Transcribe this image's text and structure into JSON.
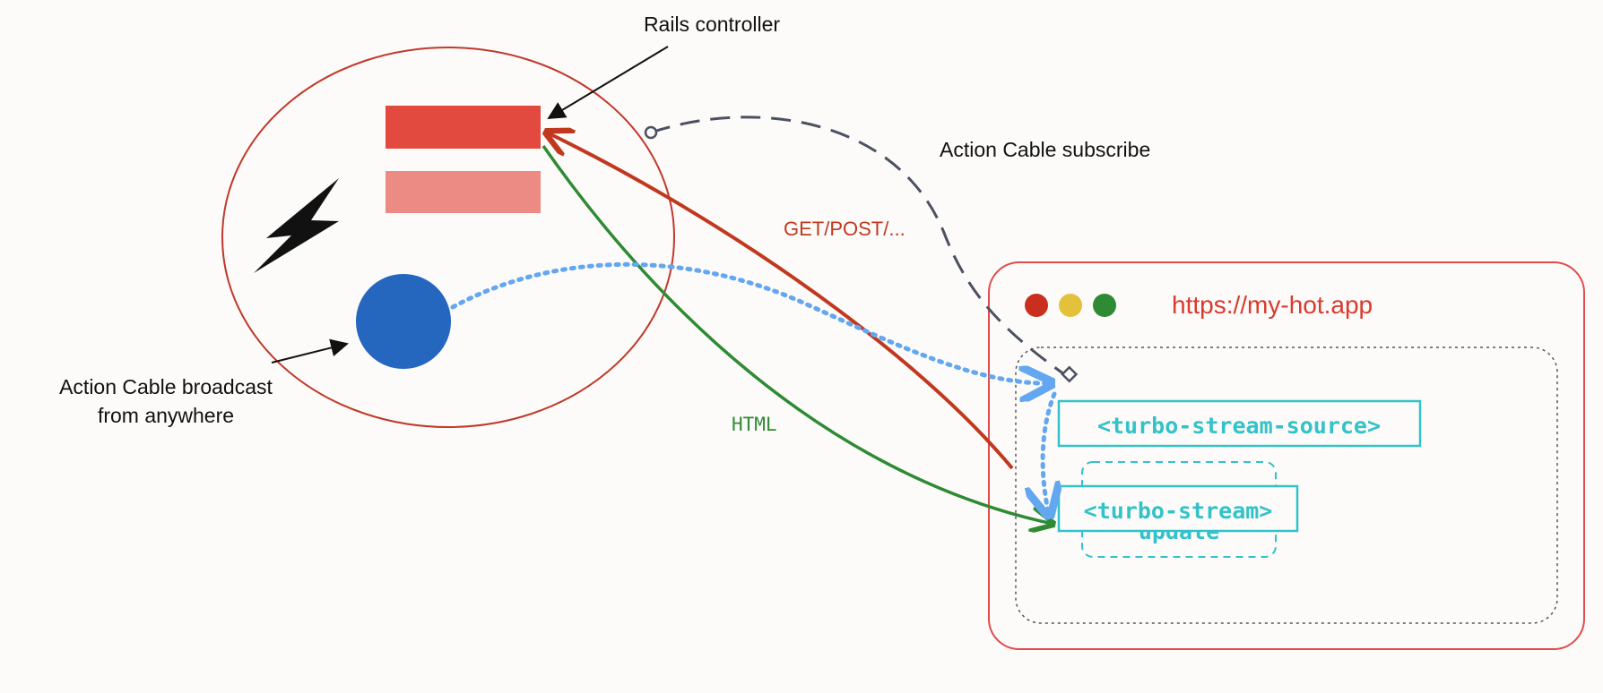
{
  "labels": {
    "rails_controller": "Rails controller",
    "action_cable_subscribe": "Action Cable subscribe",
    "get_post": "GET/POST/...",
    "html": "HTML",
    "broadcast_line1": "Action Cable broadcast",
    "broadcast_line2": "from anywhere"
  },
  "browser": {
    "url": "https://my-hot.app",
    "traffic_lights": [
      "#c92f1f",
      "#e3c13b",
      "#2e8b34"
    ]
  },
  "elements": {
    "stream_source": "<turbo-stream-source>",
    "stream": "<turbo-stream>",
    "update": "update"
  },
  "colors": {
    "server_outline": "#c0392b",
    "controller_bar": "#e34a3f",
    "controller_bar_light": "#ec8a84",
    "broadcast_dot": "#2566bf",
    "request_arrow": "#c0391f",
    "html_arrow": "#2f8a34",
    "websocket_arrow": "#63a7f0",
    "subscribe_arrow": "#4b5160",
    "turbo_text": "#33c2c9",
    "browser_outline": "#e24b4b",
    "url_text": "#d93a2e"
  }
}
